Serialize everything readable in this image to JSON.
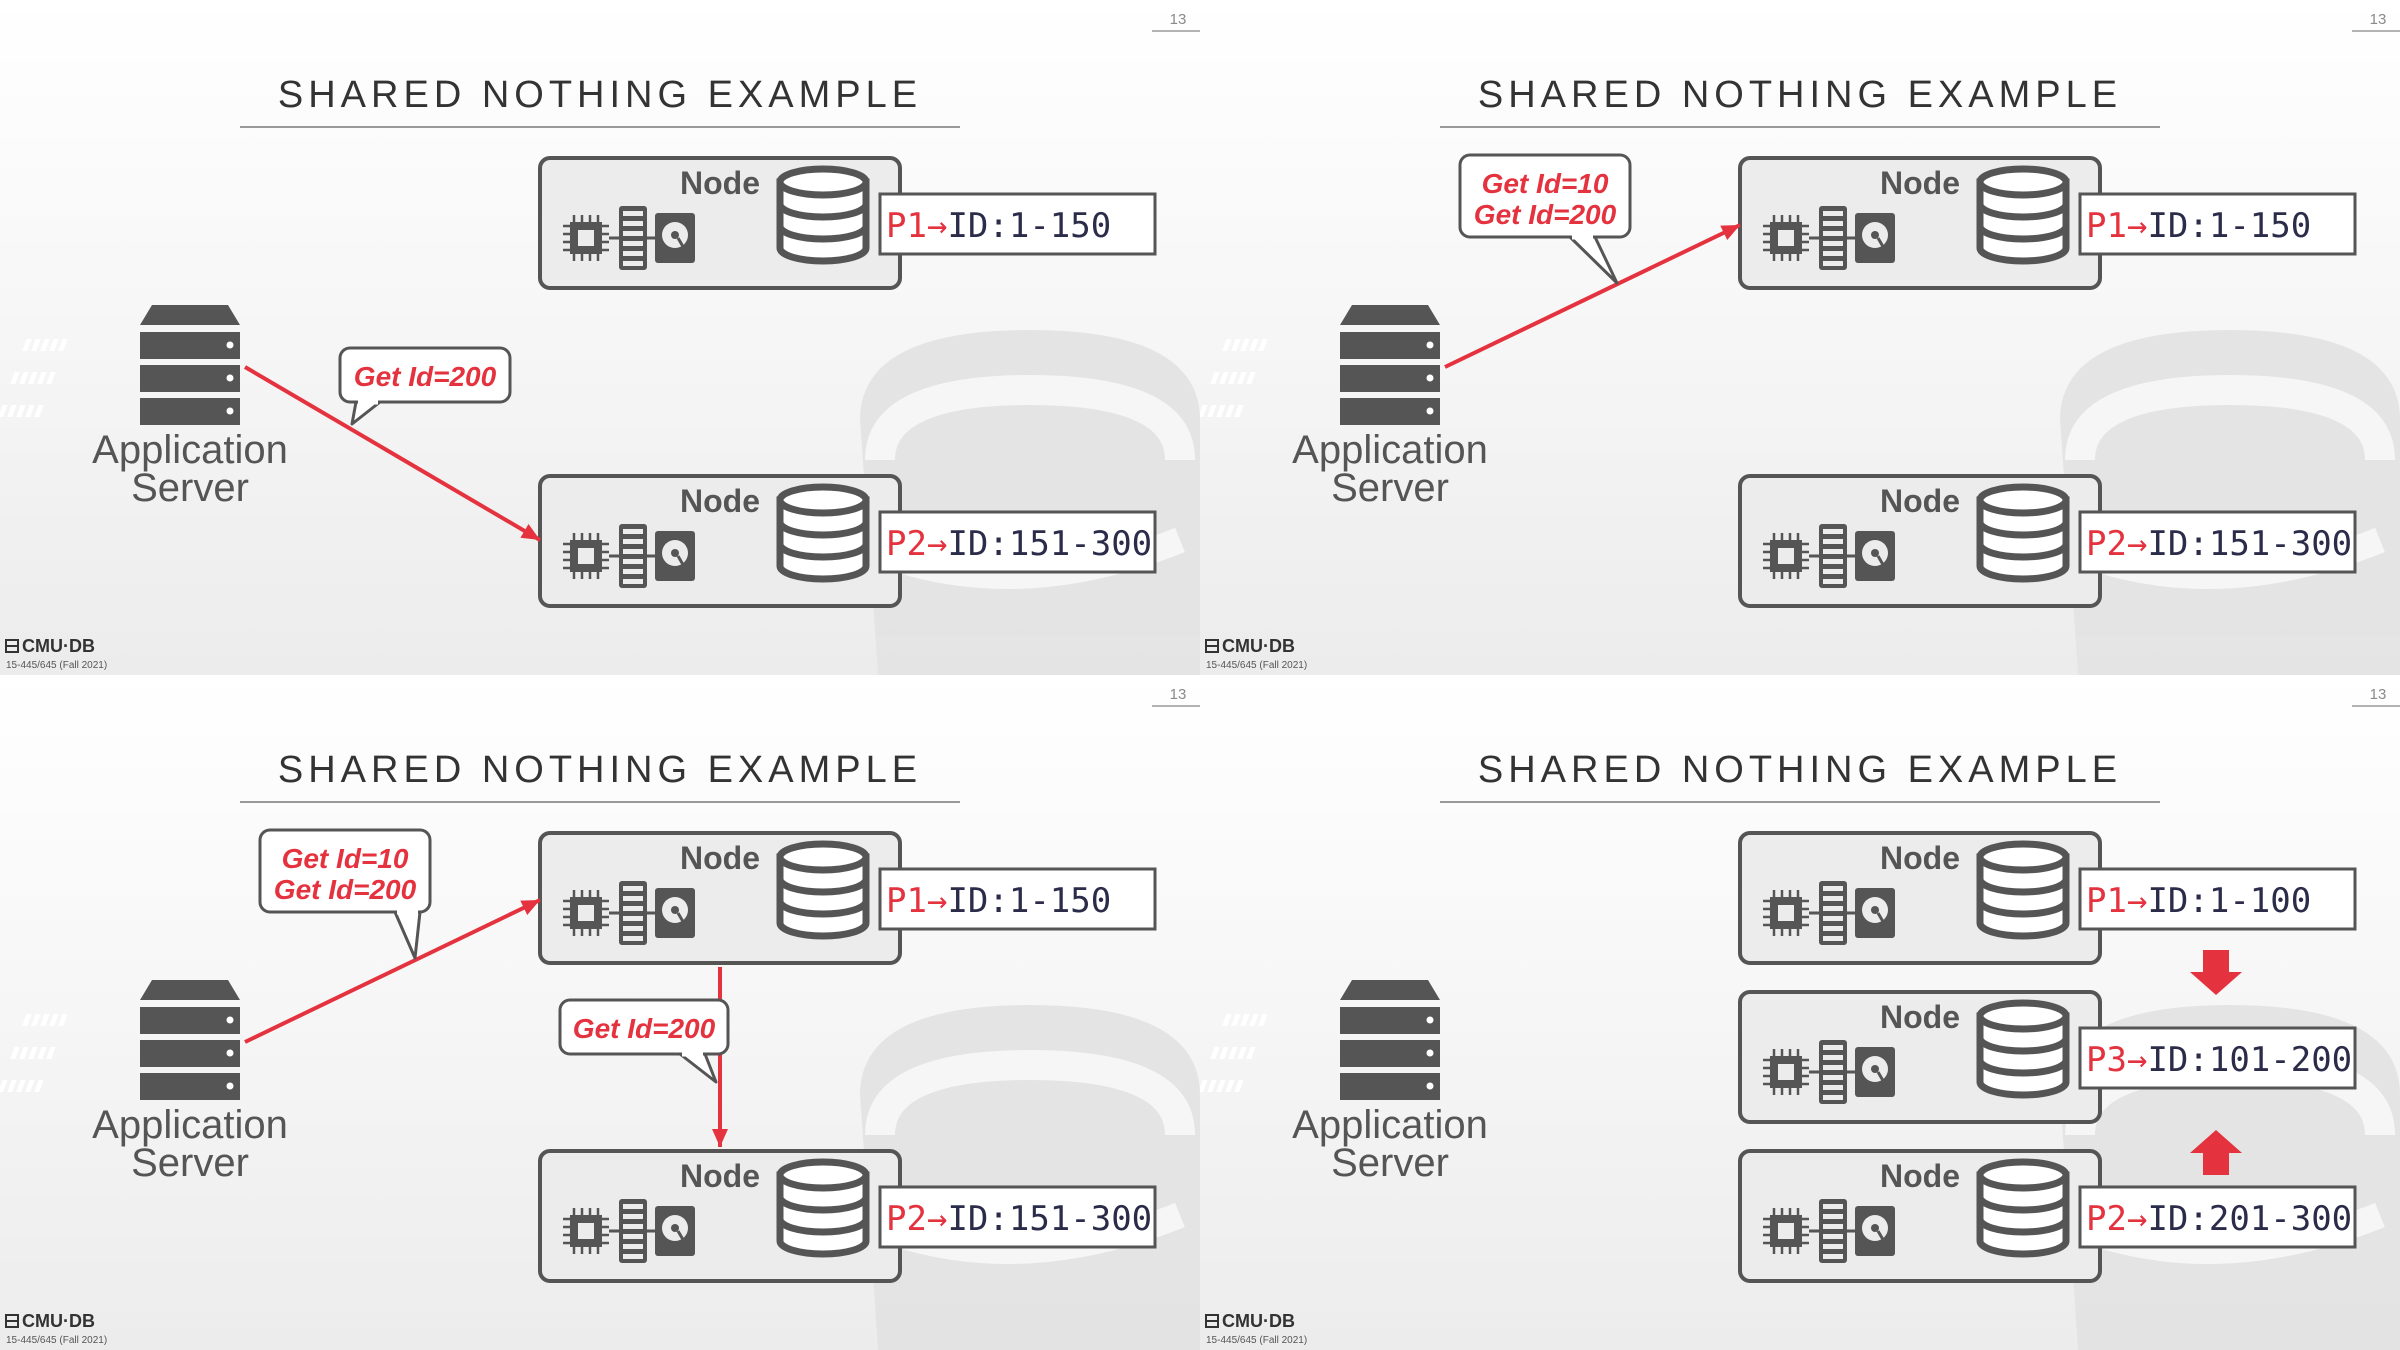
{
  "slides": [
    {
      "slide_number": "13",
      "title": "SHARED NOTHING EXAMPLE",
      "server_label": [
        "Application",
        "Server"
      ],
      "nodes": [
        {
          "label": "Node",
          "partition": "P1",
          "range": "ID:1-150"
        },
        {
          "label": "Node",
          "partition": "P2",
          "range": "ID:151-300"
        }
      ],
      "bubbles": [
        {
          "lines": [
            "Get Id=200"
          ]
        }
      ],
      "footer": {
        "logo": "CMU·DB",
        "course": "15-445/645 (Fall 2021)"
      }
    },
    {
      "slide_number": "13",
      "title": "SHARED NOTHING EXAMPLE",
      "server_label": [
        "Application",
        "Server"
      ],
      "nodes": [
        {
          "label": "Node",
          "partition": "P1",
          "range": "ID:1-150"
        },
        {
          "label": "Node",
          "partition": "P2",
          "range": "ID:151-300"
        }
      ],
      "bubbles": [
        {
          "lines": [
            "Get Id=10",
            "Get Id=200"
          ]
        }
      ],
      "footer": {
        "logo": "CMU·DB",
        "course": "15-445/645 (Fall 2021)"
      }
    },
    {
      "slide_number": "13",
      "title": "SHARED NOTHING EXAMPLE",
      "server_label": [
        "Application",
        "Server"
      ],
      "nodes": [
        {
          "label": "Node",
          "partition": "P1",
          "range": "ID:1-150"
        },
        {
          "label": "Node",
          "partition": "P2",
          "range": "ID:151-300"
        }
      ],
      "bubbles": [
        {
          "lines": [
            "Get Id=10",
            "Get Id=200"
          ]
        },
        {
          "lines": [
            "Get Id=200"
          ]
        }
      ],
      "footer": {
        "logo": "CMU·DB",
        "course": "15-445/645 (Fall 2021)"
      }
    },
    {
      "slide_number": "13",
      "title": "SHARED NOTHING EXAMPLE",
      "server_label": [
        "Application",
        "Server"
      ],
      "nodes": [
        {
          "label": "Node",
          "partition": "P1",
          "range": "ID:1-100"
        },
        {
          "label": "Node",
          "partition": "P3",
          "range": "ID:101-200"
        },
        {
          "label": "Node",
          "partition": "P2",
          "range": "ID:201-300"
        }
      ],
      "bubbles": [],
      "footer": {
        "logo": "CMU·DB",
        "course": "15-445/645 (Fall 2021)"
      }
    }
  ],
  "colors": {
    "accent": "#e4323f",
    "box_stroke": "#555555",
    "box_fill": "#ececec",
    "text_dark": "#2b2b4a"
  },
  "icons": [
    "server-icon",
    "cpu-icon",
    "memory-icon",
    "hard-disk-icon",
    "database-icon",
    "cmu-db-logo-icon"
  ]
}
